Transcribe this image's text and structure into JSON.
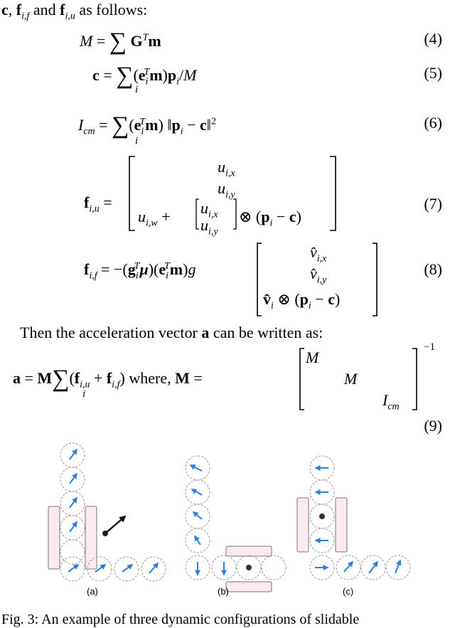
{
  "intro_text": "c, f_{i,f} and f_{i,u} as follows:",
  "equations": {
    "eq4": {
      "number": "(4)"
    },
    "eq5": {
      "number": "(5)"
    },
    "eq6": {
      "number": "(6)"
    },
    "eq7": {
      "number": "(7)"
    },
    "eq8": {
      "number": "(8)"
    },
    "eq9": {
      "number": "(9)",
      "where": "where,"
    }
  },
  "paragraph": "Then the acceleration vector a can be written as:",
  "figure": {
    "labels": [
      "(a)",
      "(b)",
      "(c)"
    ]
  },
  "caption": "Fig. 3: An example of three dynamic configurations of slidable"
}
